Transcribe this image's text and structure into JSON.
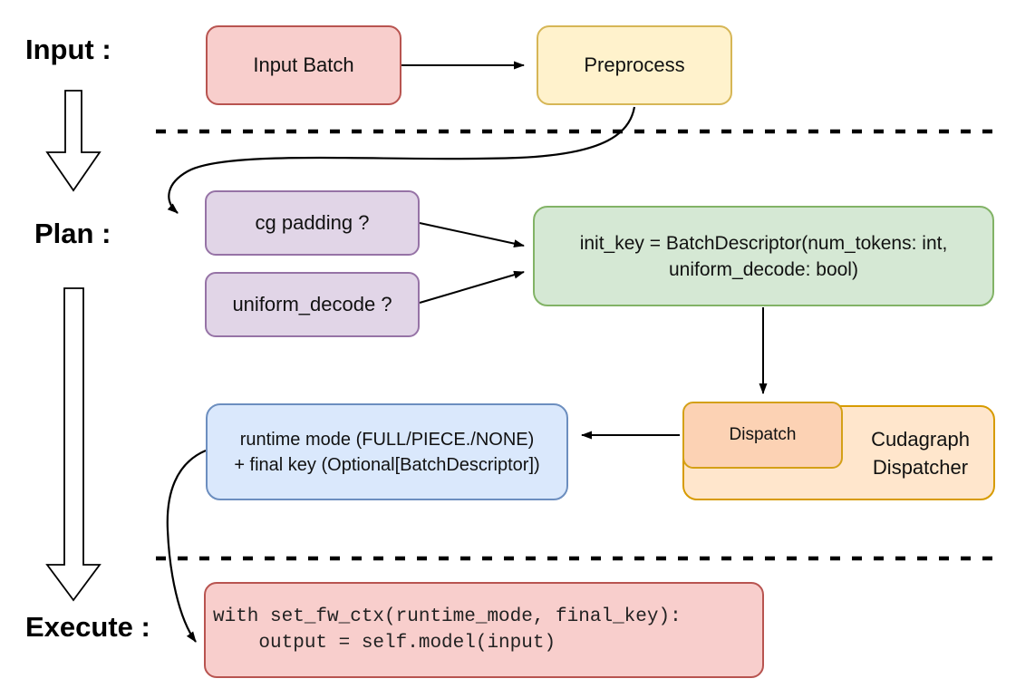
{
  "diagram": {
    "stage_labels": {
      "input": "Input :",
      "plan": "Plan :",
      "execute": "Execute :"
    },
    "nodes": {
      "input_batch": {
        "label": "Input Batch",
        "fill": "#f8cecc",
        "stroke": "#b85450"
      },
      "preprocess": {
        "label": "Preprocess",
        "fill": "#fff2cc",
        "stroke": "#d6b656"
      },
      "cg_padding": {
        "label": "cg padding ?",
        "fill": "#e1d5e7",
        "stroke": "#9673a6"
      },
      "uniform_decode": {
        "label": "uniform_decode ?",
        "fill": "#e1d5e7",
        "stroke": "#9673a6"
      },
      "init_key": {
        "label": "init_key = BatchDescriptor(num_tokens: int,\nuniform_decode: bool)",
        "fill": "#d5e8d4",
        "stroke": "#82b366"
      },
      "dispatch": {
        "label": "Dispatch",
        "fill": "#fcd2b4",
        "stroke": "#d4a017"
      },
      "cudagraph_dispatcher": {
        "label": "Cudagraph\nDispatcher",
        "fill": "#ffe6cc",
        "stroke": "#d79b00"
      },
      "runtime_final": {
        "label": "runtime mode (FULL/PIECE./NONE)\n+ final key (Optional[BatchDescriptor])",
        "fill": "#dae8fc",
        "stroke": "#6c8ebf"
      },
      "execute_code": {
        "label": "with set_fw_ctx(runtime_mode, final_key):\n    output = self.model(input)",
        "fill": "#f8cecc",
        "stroke": "#b85450"
      }
    },
    "line_color": "#000000"
  }
}
